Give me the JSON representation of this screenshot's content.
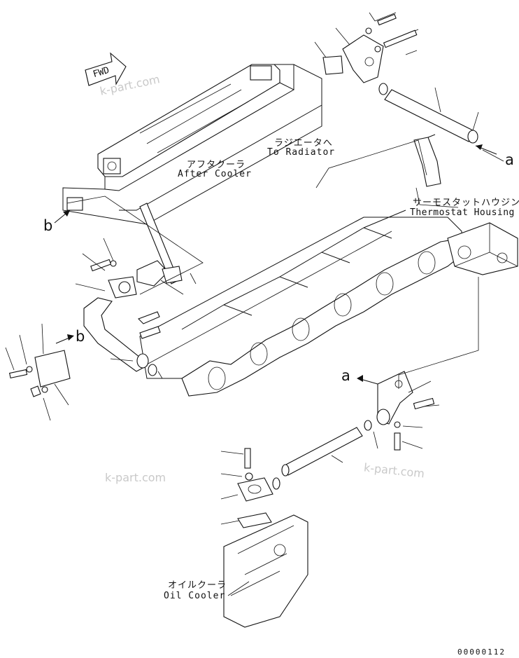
{
  "labels": {
    "after_cooler_jp": "アフタクーラ",
    "after_cooler_en": "After Cooler",
    "to_radiator_jp": "ラジエータへ",
    "to_radiator_en": "To Radiator",
    "thermostat_jp": "サーモスタットハウジング",
    "thermostat_en": "Thermostat Housing",
    "oil_cooler_jp": "オイルクーラ",
    "oil_cooler_en": "Oil Cooler"
  },
  "fwd_label": "FWD",
  "ref_a": "a",
  "ref_b": "b",
  "watermark": "k-part.com",
  "drawing_code": "00000112"
}
